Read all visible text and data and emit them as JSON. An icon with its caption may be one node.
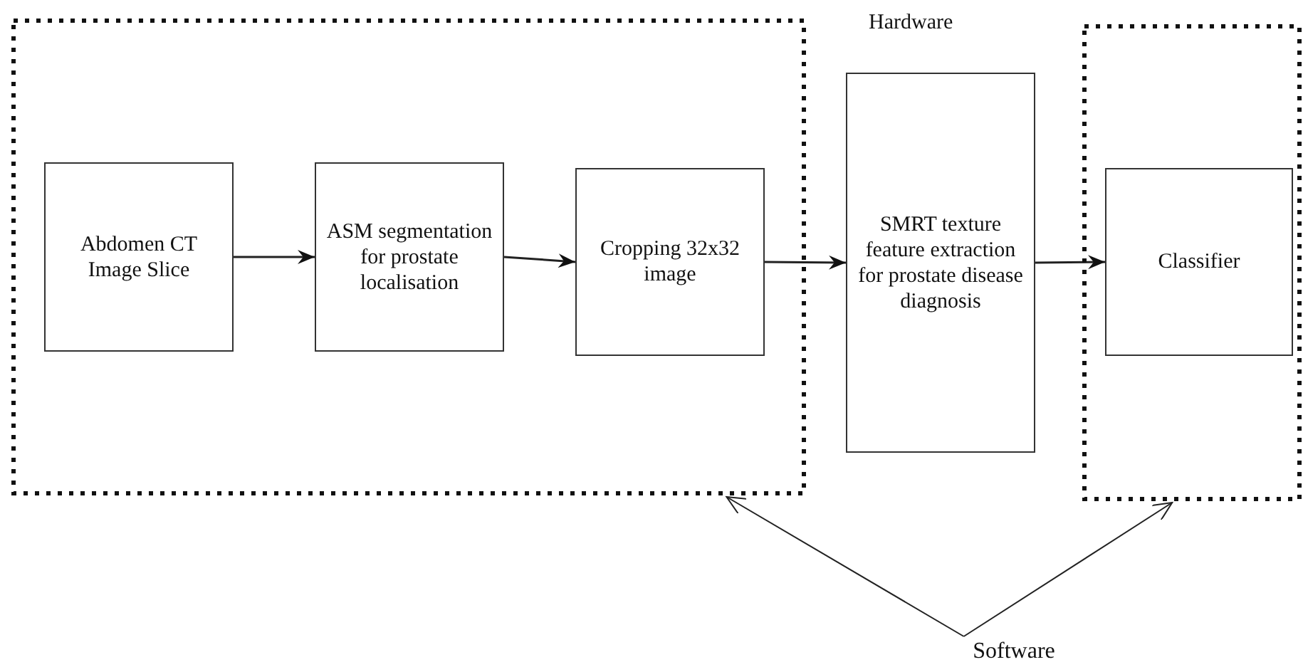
{
  "diagram": {
    "nodes": [
      {
        "text": [],
        "shape": "box"
      },
      {
        "text": [
          "Abdomen CT Image Slice"
        ],
        "in": 0
      },
      {
        "text": [
          "ASM segmentation for prostate localisation"
        ],
        "in": 0
      },
      {
        "text": [
          "Cropping 32x32 image"
        ],
        "in": 0
      },
      {
        "text": [
          "SMRT texture feature extraction for prostate disease diagnosis"
        ]
      },
      {
        "text": [],
        "shape": "box"
      },
      {
        "text": [
          "Classifier"
        ],
        "in": 5
      },
      {
        "text": [
          "Software"
        ]
      }
    ],
    "edges": [
      {
        "from": 1,
        "to": 2,
        "arrow": "to"
      },
      {
        "from": 2,
        "to": 3,
        "arrow": "to"
      },
      {
        "from": 3,
        "to": 4,
        "arrow": "to"
      },
      {
        "from": 4,
        "to": 6,
        "arrow": "to"
      },
      {
        "from": 7,
        "to": 0,
        "arrow": "to"
      },
      {
        "from": 7,
        "to": 5,
        "arrow": "to"
      }
    ],
    "labels": [
      "Hardware"
    ]
  }
}
